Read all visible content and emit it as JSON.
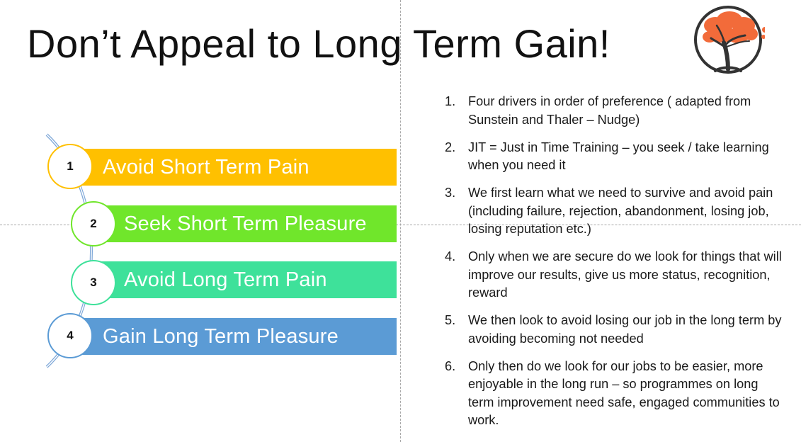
{
  "slide": {
    "title": "Don’t Appeal to Long Term Gain!"
  },
  "logo": {
    "icon": "tree-logo-icon",
    "colors": {
      "foliage": "#f26b3a",
      "trunk": "#333333"
    }
  },
  "drivers": [
    {
      "number": "1",
      "label": "Avoid Short Term Pain",
      "color": "#ffc000",
      "ring_color": "#ffc000"
    },
    {
      "number": "2",
      "label": "Seek Short Term Pleasure",
      "color": "#70e62b",
      "ring_color": "#70e62b"
    },
    {
      "number": "3",
      "label": "Avoid Long Term Pain",
      "color": "#3ee19a",
      "ring_color": "#3ee19a"
    },
    {
      "number": "4",
      "label": "Gain Long Term Pleasure",
      "color": "#5b9bd5",
      "ring_color": "#5b9bd5"
    }
  ],
  "notes": [
    {
      "index": "1.",
      "text": "Four drivers in order of preference ( adapted from Sunstein and Thaler – Nudge)"
    },
    {
      "index": "2.",
      "text": "JIT = Just in Time Training – you seek / take learning when you need it"
    },
    {
      "index": "3.",
      "text": "We first learn what we need to survive and avoid pain (including failure, rejection, abandonment, losing job, losing reputation etc.)"
    },
    {
      "index": "4.",
      "text": "Only when we are secure do we look for things that will improve our results, give us more status, recognition, reward"
    },
    {
      "index": "5.",
      "text": "We then look to avoid losing our job in the long term by avoiding becoming not needed"
    },
    {
      "index": "6.",
      "text": "Only then do we look for our jobs to be easier, more enjoyable in the long run – so programmes on long term improvement need safe, engaged communities to work."
    }
  ]
}
